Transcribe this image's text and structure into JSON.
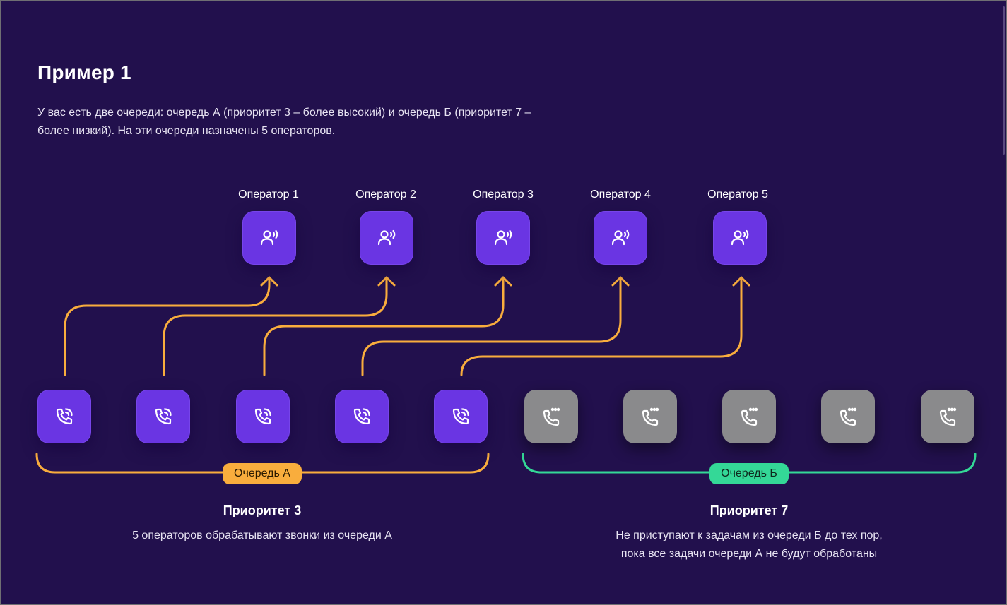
{
  "header": {
    "title": "Пример 1",
    "intro": "У вас есть две очереди: очередь А (приоритет 3 – более высокий) и очередь Б (приоритет 7 – более низкий). На эти очереди назначены 5 операторов."
  },
  "operators": [
    {
      "label": "Оператор 1",
      "icon": "operator-headset-icon"
    },
    {
      "label": "Оператор 2",
      "icon": "operator-headset-icon"
    },
    {
      "label": "Оператор 3",
      "icon": "operator-headset-icon"
    },
    {
      "label": "Оператор 4",
      "icon": "operator-headset-icon"
    },
    {
      "label": "Оператор 5",
      "icon": "operator-headset-icon"
    }
  ],
  "queue_a": {
    "label": "Очередь А",
    "calls": 5,
    "call_icon": "phone-ringing-icon",
    "priority_title": "Приоритет 3",
    "description": "5 операторов обрабатывают звонки из очереди А"
  },
  "queue_b": {
    "label": "Очередь Б",
    "calls": 5,
    "call_icon": "phone-waiting-icon",
    "priority_title": "Приоритет 7",
    "description_line1": "Не приступают к задачам из очереди Б до тех пор,",
    "description_line2": "пока все задачи очереди А не будут обработаны"
  },
  "colors": {
    "background": "#22104d",
    "operator_tile": "#6a35e3",
    "active_call_tile": "#6a35e3",
    "waiting_call_tile": "#8a8a8c",
    "queue_a_accent": "#f9ad3d",
    "queue_b_accent": "#34d897"
  }
}
